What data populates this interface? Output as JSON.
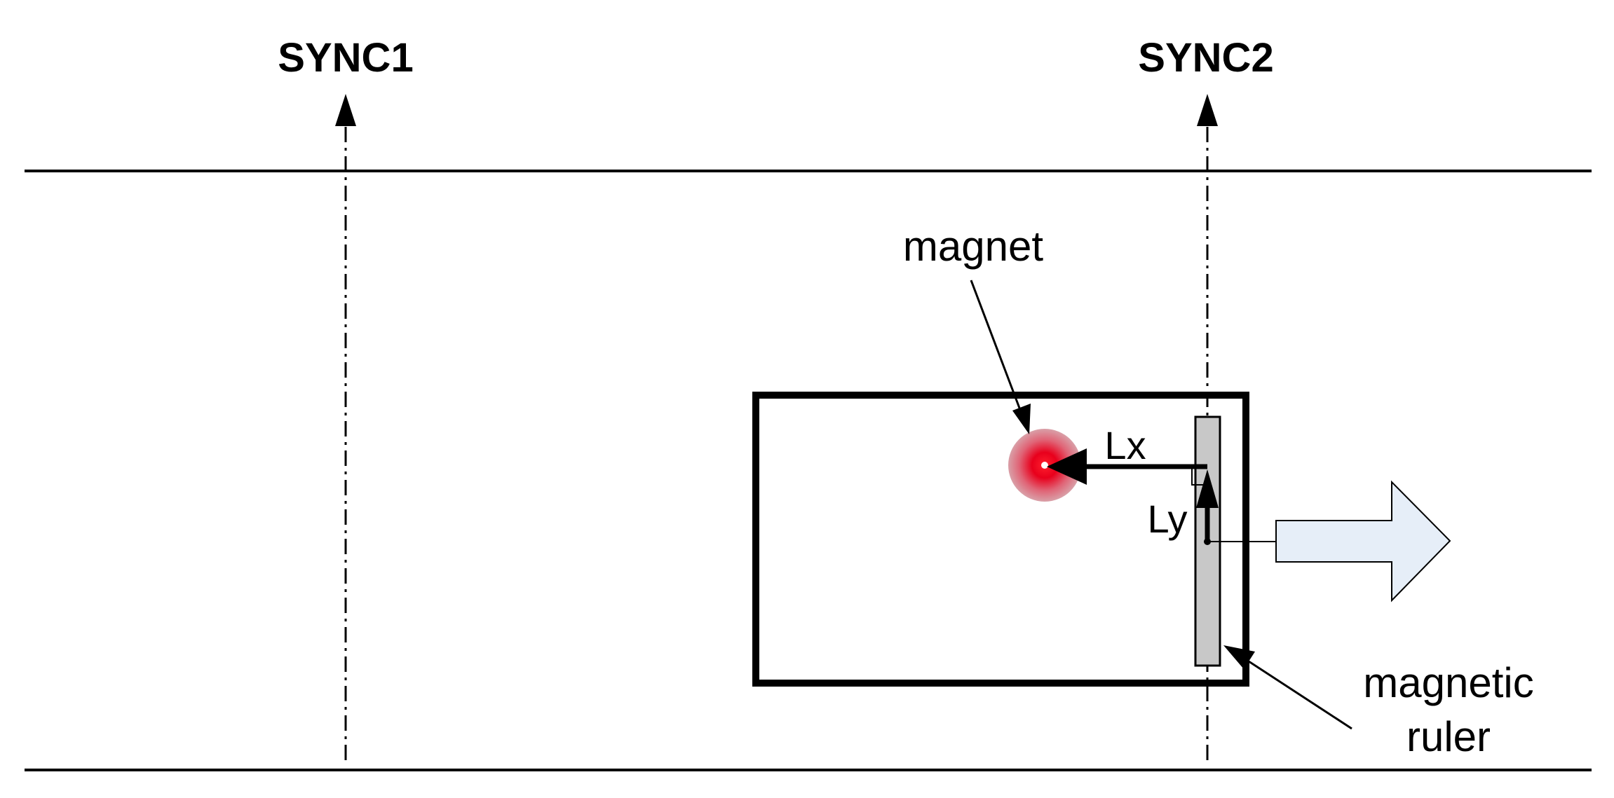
{
  "labels": {
    "sync1": "SYNC1",
    "sync2": "SYNC2",
    "magnet": "magnet",
    "lx": "Lx",
    "ly": "Ly",
    "magnetic_ruler_line1": "magnetic",
    "magnetic_ruler_line2": "ruler"
  },
  "colors": {
    "line": "#000000",
    "magnet_center": "#e8001c",
    "magnet_edge": "#d9909a",
    "ruler_fill": "#c8c8c8",
    "motion_arrow_fill": "#e6eef8"
  }
}
